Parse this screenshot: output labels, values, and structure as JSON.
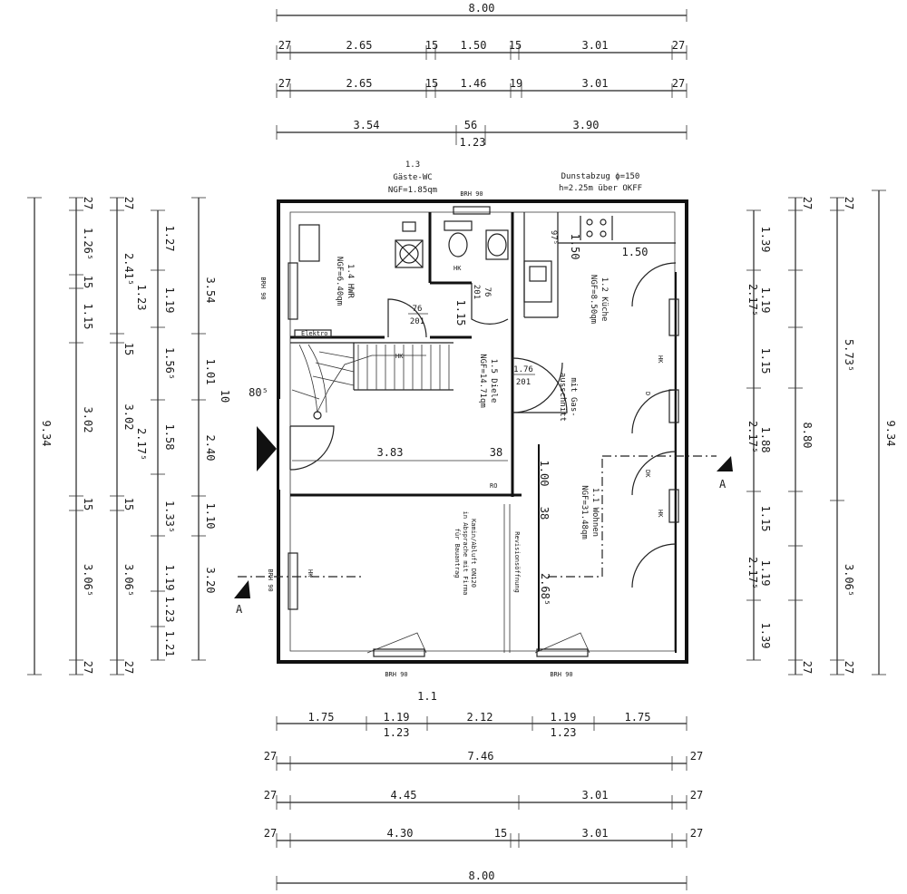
{
  "dims_top": {
    "row1": [
      "8.00"
    ],
    "row2": [
      "27",
      "2.65",
      "15",
      "1.50",
      "15",
      "3.01",
      "27"
    ],
    "row3": [
      "27",
      "2.65",
      "15",
      "1.46",
      "19",
      "3.01",
      "27"
    ],
    "row4": [
      "3.54",
      "56",
      "3.90"
    ],
    "row4_below": "1.23"
  },
  "dims_bottom": {
    "row1": [
      "1.75",
      "1.19",
      "2.12",
      "1.19",
      "1.75"
    ],
    "row1_below": [
      "1.23",
      "1.23"
    ],
    "row2": [
      "27",
      "7.46",
      "27"
    ],
    "row3": [
      "27",
      "4.45",
      "3.01",
      "27"
    ],
    "row4": [
      "27",
      "4.30",
      "15",
      "3.01",
      "27"
    ],
    "row5": [
      "8.00"
    ]
  },
  "dims_left": {
    "c1": [
      "9.34"
    ],
    "c2": [
      "27",
      "1.26⁵",
      "15",
      "1.15",
      "3.02",
      "15",
      "3.06⁵",
      "27"
    ],
    "c3": [
      "27",
      "2.41⁵",
      "1.23",
      "15",
      "3.02",
      "2.17⁵",
      "15",
      "3.06⁵",
      "27"
    ],
    "c4": [
      "1.27",
      "1.19",
      "1.56⁵",
      "1.58",
      "1.33⁵",
      "1.19",
      "1.23",
      "1.21"
    ],
    "c5": [
      "3.54",
      "1.01",
      "2.40",
      "1.10",
      "3.20"
    ]
  },
  "dims_right": {
    "c1": [
      "1.39",
      "2.17⁵",
      "2.17⁵",
      "2.17⁵",
      "1.39"
    ],
    "c2": [
      "27",
      "1.19",
      "1.15",
      "1.88",
      "1.15",
      "1.19",
      "27"
    ],
    "c3": [
      "27",
      "5.73⁵",
      "8.80",
      "3.06⁵",
      "27"
    ],
    "c4": [
      "9.34"
    ]
  },
  "rooms": {
    "wc": {
      "number": "1.3",
      "name": "Gäste-WC",
      "area": "NGF=1.85qm"
    },
    "hwr": {
      "number": "1.4",
      "name": "HWR",
      "area": "NGF=6.40qm"
    },
    "kueche": {
      "number": "1.2",
      "name": "Küche",
      "area": "NGF=8.50qm"
    },
    "diele": {
      "number": "1.5",
      "name": "Diele",
      "area": "NGF=14.71qm"
    },
    "wohnen": {
      "number": "1.1",
      "name": "Wohnen",
      "area": "NGF=31.48qm"
    }
  },
  "labels": {
    "dunstabzug": "Dunstabzug ϕ=150",
    "dunst_hoehe": "h=2.25m über OKFF",
    "brh_top": "BRH 90",
    "brh_left": "BRH 90",
    "brh_bottom_left": "BRH 90",
    "brh_bottom_right": "BRH 90",
    "bottom_label": "1.1",
    "section_marker": "A",
    "door1_top": "76",
    "door1_bot": "201",
    "door2_top": "76",
    "door2_bot": "201",
    "door3_top": "1.76",
    "door3_bot": "201",
    "gas": "mit Gas-",
    "gas2": "ausschnitt",
    "hk": "HK",
    "dk": "DK",
    "d": "D",
    "elektro": "Elektro",
    "kueche_150": "1.50",
    "kueche_150_v": "1.50",
    "kueche_975": "97⁵",
    "diele_383": "3.83",
    "diele_38": "38",
    "diele_100": "1.00",
    "diele_38b": "38",
    "diele_805": "80⁵",
    "diele_1o": "10",
    "wohnen_2685": "2.68⁵",
    "hwr_115": "1.15",
    "ro": "RO",
    "note1": "Revisionsöffnung",
    "note2": "Kamin/Abluft DN120",
    "note3": "in Absprache mit Firma",
    "note4": "für Bauantrag"
  }
}
